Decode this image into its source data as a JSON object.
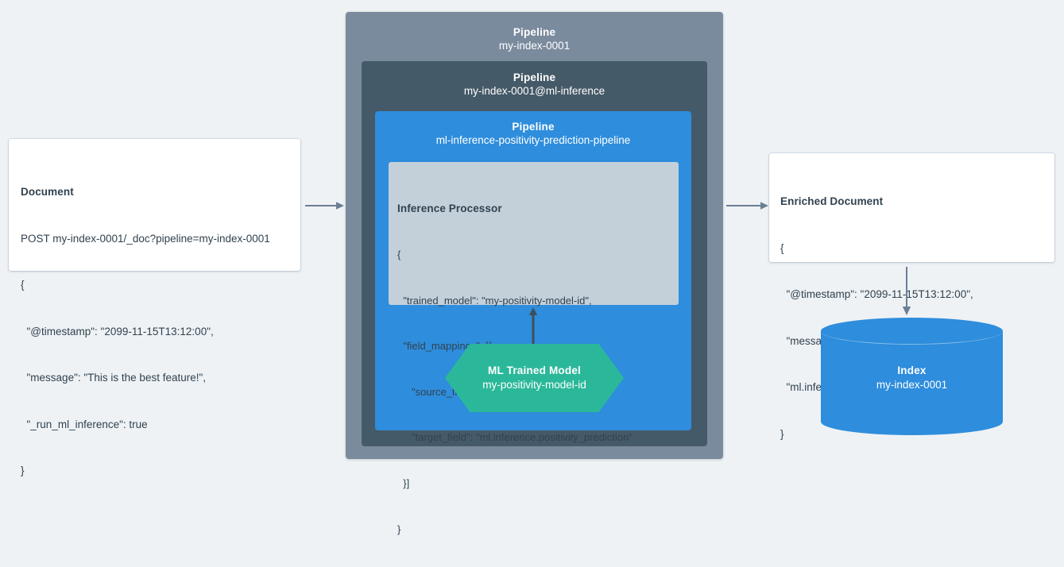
{
  "document_card": {
    "title": "Document",
    "lines": [
      "POST my-index-0001/_doc?pipeline=my-index-0001",
      "{",
      "  \"@timestamp\": \"2099-11-15T13:12:00\",",
      "  \"message\": \"This is the best feature!\",",
      "  \"_run_ml_inference\": true",
      "}"
    ]
  },
  "pipeline_outer": {
    "title": "Pipeline",
    "name": "my-index-0001"
  },
  "pipeline_mid": {
    "title": "Pipeline",
    "name": "my-index-0001@ml-inference"
  },
  "pipeline_inner": {
    "title": "Pipeline",
    "name": "ml-inference-positivity-prediction-pipeline"
  },
  "processor": {
    "title": "Inference Processor",
    "lines": [
      "{",
      "  \"trained_model\": \"my-positivity-model-id\",",
      "  \"field_mappings\": [{",
      "     \"source_field\": \"message\",",
      "     \"target_field\": \"ml.inference.positivity_prediction\"",
      "  }]",
      "}"
    ]
  },
  "ml_model": {
    "title": "ML Trained Model",
    "name": "my-positivity-model-id"
  },
  "enriched_card": {
    "title": "Enriched Document",
    "lines": [
      "{",
      "  \"@timestamp\": \"2099-11-15T13:12:00\",",
      "  \"message\": \"This is the best feature!\",",
      "  \"ml.inference.positivity_prediction\": \"0.91644\"",
      "}"
    ]
  },
  "index": {
    "title": "Index",
    "name": "my-index-0001"
  },
  "colors": {
    "background": "#eef2f5",
    "pipeline_outer": "#7b8b9e",
    "pipeline_mid": "#455a68",
    "pipeline_inner": "#2e8ddc",
    "processor": "#c3d0da",
    "ml_model": "#2bb89a",
    "index": "#2e8ddc",
    "arrow": "#6b7f93",
    "card": "#ffffff",
    "text_dark": "#31424f"
  }
}
